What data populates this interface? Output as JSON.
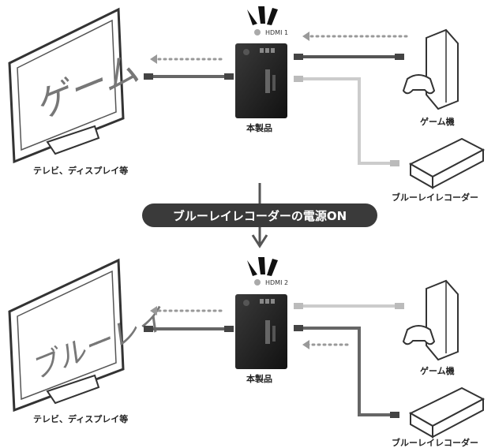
{
  "top": {
    "tv_label": "テレビ、ディスプレイ等",
    "screen_text": "ゲーム",
    "product_label": "本製品",
    "indicator": "HDMI 1",
    "device1_label": "ゲーム機",
    "device2_label": "ブルーレイレコーダー"
  },
  "banner": {
    "text": "ブルーレイレコーダーの電源ON"
  },
  "bottom": {
    "tv_label": "テレビ、ディスプレイ等",
    "screen_text": "ブルーレイ",
    "product_label": "本製品",
    "indicator": "HDMI 2",
    "device1_label": "ゲーム機",
    "device2_label": "ブルーレイレコーダー"
  }
}
